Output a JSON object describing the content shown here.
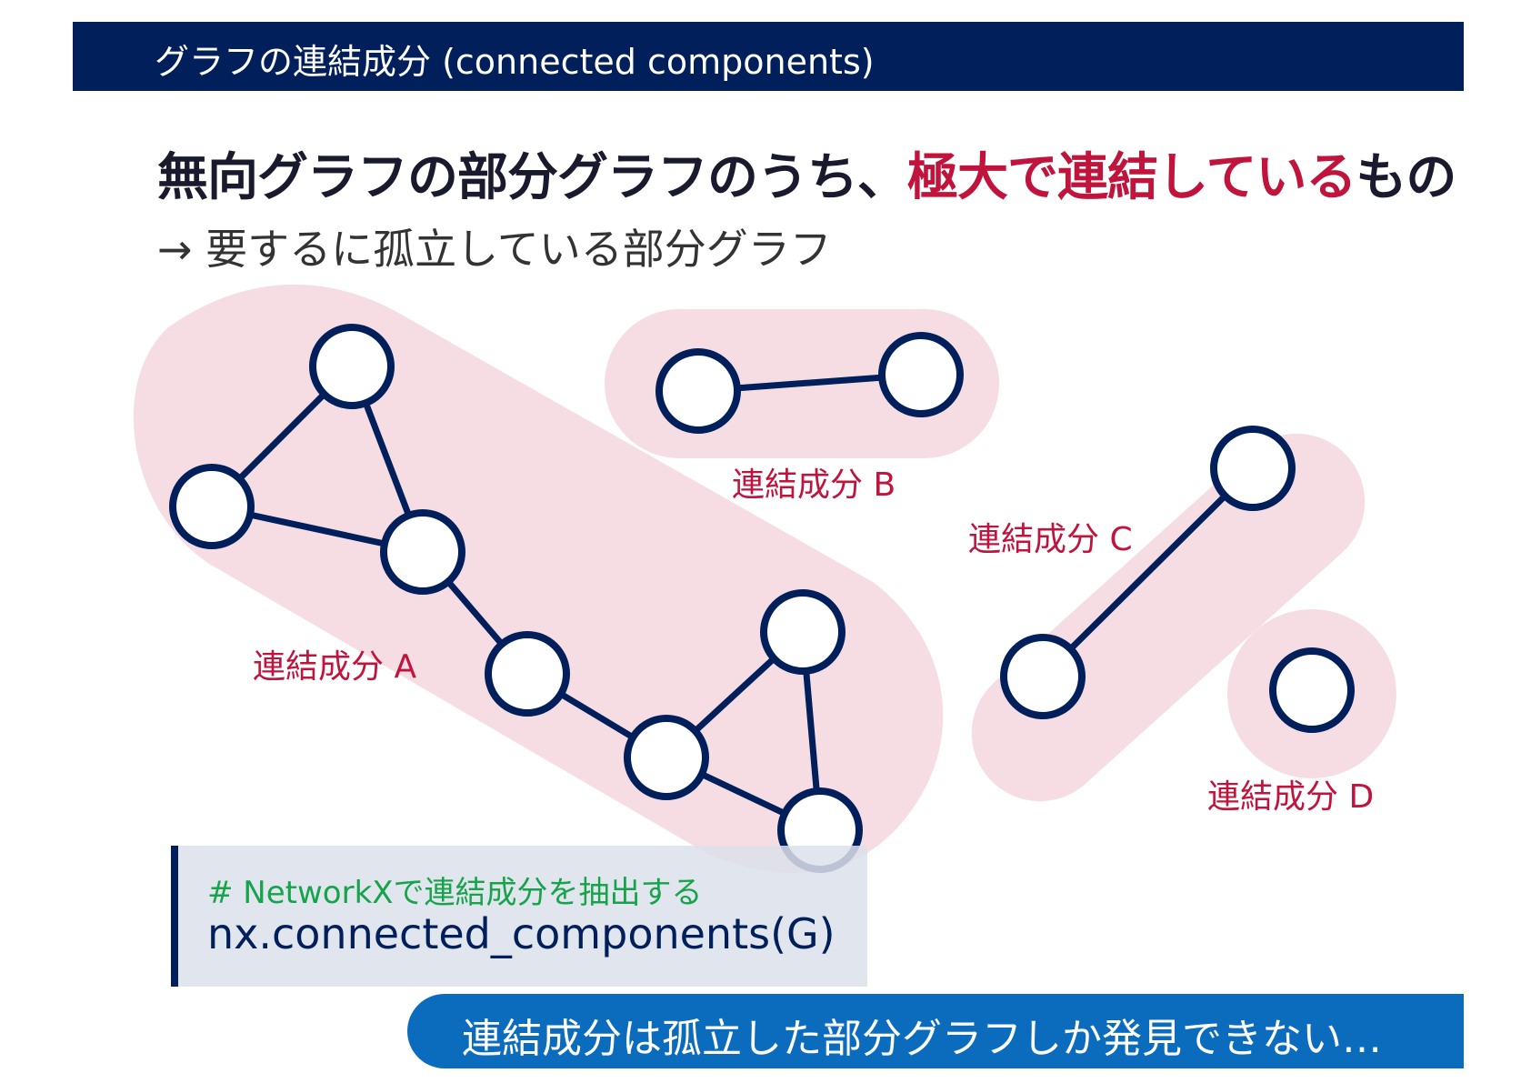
{
  "header": {
    "title": "グラフの連結成分 (connected components)"
  },
  "headline": {
    "part1": "無向グラフの部分グラフのうち、",
    "accent": "極大で連結している",
    "part2": "もの"
  },
  "subline": "→ 要するに孤立している部分グラフ",
  "components": {
    "a": "連結成分 A",
    "b": "連結成分 B",
    "c": "連結成分 C",
    "d": "連結成分 D"
  },
  "code": {
    "comment": "# NetworkXで連結成分を抽出する",
    "line": "nx.connected_components(G)"
  },
  "banner": "連結成分は孤立した部分グラフしか発見できない…",
  "colors": {
    "navy": "#001f5b",
    "accent_red": "#c0143c",
    "highlight_pink": "#f6dde3",
    "comment_green": "#16a34a",
    "banner_blue": "#0b6cbd"
  }
}
